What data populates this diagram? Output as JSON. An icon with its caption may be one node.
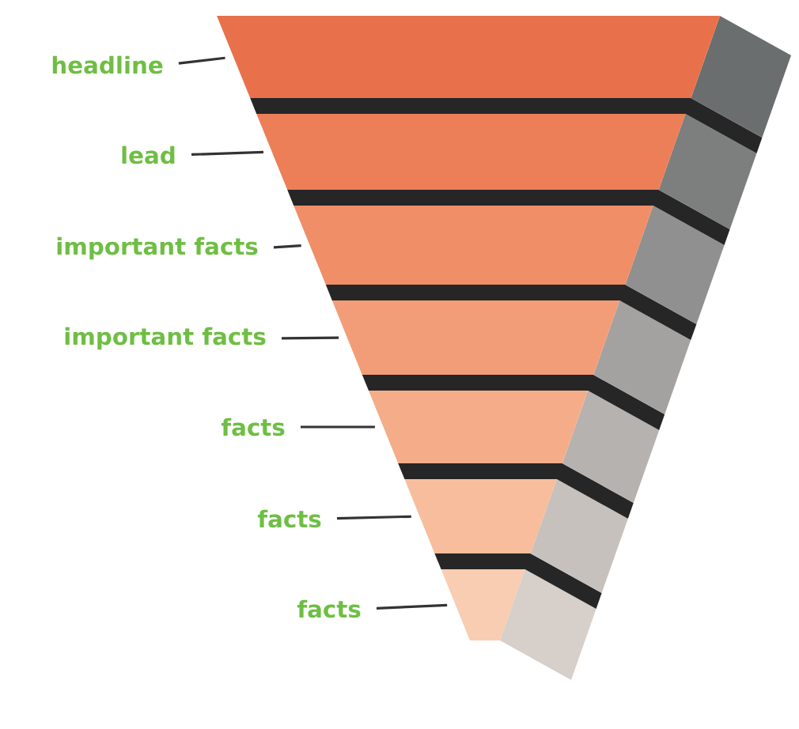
{
  "diagram": {
    "nodes": [
      {
        "text": [
          "headline"
        ]
      },
      {
        "text": [],
        "shape": "trapezoid"
      },
      {
        "text": [
          "lead"
        ]
      },
      {
        "text": [],
        "shape": "trapezoid"
      },
      {
        "text": [
          "important facts"
        ]
      },
      {
        "text": [],
        "shape": "trapezoid"
      },
      {
        "text": [
          "important facts"
        ]
      },
      {
        "text": [],
        "shape": "trapezoid"
      },
      {
        "text": [
          "facts"
        ]
      },
      {
        "text": [],
        "shape": "trapezoid"
      },
      {
        "text": [
          "facts"
        ]
      },
      {
        "text": [],
        "shape": "trapezoid"
      },
      {
        "text": [
          "facts"
        ]
      },
      {
        "text": [],
        "shape": "trapezoid"
      }
    ],
    "edges": [
      {
        "from": 0,
        "to": 1,
        "arrow": "none"
      },
      {
        "from": 2,
        "to": 3,
        "arrow": "none"
      },
      {
        "from": 4,
        "to": 5,
        "arrow": "none"
      },
      {
        "from": 6,
        "to": 7,
        "arrow": "none"
      },
      {
        "from": 8,
        "to": 9,
        "arrow": "none"
      },
      {
        "from": 10,
        "to": 11,
        "arrow": "none"
      },
      {
        "from": 12,
        "to": 13,
        "arrow": "none"
      }
    ]
  }
}
